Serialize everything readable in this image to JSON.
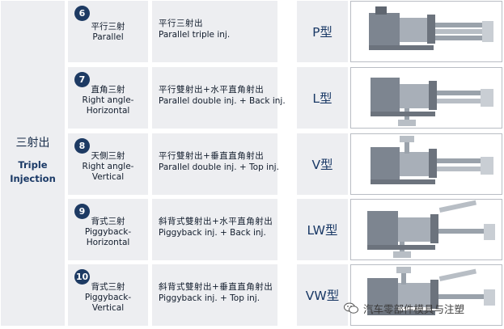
{
  "category": {
    "zh": "三射出",
    "en_line1": "Triple",
    "en_line2": "Injection"
  },
  "rows": [
    {
      "num": "6",
      "mode_zh": "平行三射",
      "mode_en": "Parallel",
      "mode_en2": "",
      "desc_zh": "平行三射出",
      "desc_en": "Parallel triple inj.",
      "type": "P型",
      "machine_icon": "injection-machine-parallel-triple"
    },
    {
      "num": "7",
      "mode_zh": "直角三射",
      "mode_en": "Right angle-",
      "mode_en2": "Horizontal",
      "desc_zh": "平行雙射出+水平直角射出",
      "desc_en": "Parallel double inj. + Back inj.",
      "type": "L型",
      "machine_icon": "injection-machine-right-angle-horizontal"
    },
    {
      "num": "8",
      "mode_zh": "天側三射",
      "mode_en": "Right angle-",
      "mode_en2": "Vertical",
      "desc_zh": "平行雙射出+垂直直角射出",
      "desc_en": "Parallel double inj. + Top inj.",
      "type": "V型",
      "machine_icon": "injection-machine-right-angle-vertical"
    },
    {
      "num": "9",
      "mode_zh": "背式三射",
      "mode_en": "Piggyback-",
      "mode_en2": "Horizontal",
      "desc_zh": "斜背式雙射出+水平直角射出",
      "desc_en": "Piggyback inj. + Back inj.",
      "type": "LW型",
      "machine_icon": "injection-machine-piggyback-horizontal"
    },
    {
      "num": "10",
      "mode_zh": "背式三射",
      "mode_en": "Piggyback-",
      "mode_en2": "Vertical",
      "desc_zh": "斜背式雙射出+垂直直角射出",
      "desc_en": "Piggyback inj. + Top inj.",
      "type": "VW型",
      "machine_icon": "injection-machine-piggyback-vertical"
    }
  ],
  "watermark": {
    "text": "汽车零部件模具与注塑",
    "icon": "wechat-icon"
  },
  "colors": {
    "cell_bg": "#edeef1",
    "badge": "#1d3a63",
    "type_text": "#1a3966",
    "machine_body": "#8a929c"
  }
}
